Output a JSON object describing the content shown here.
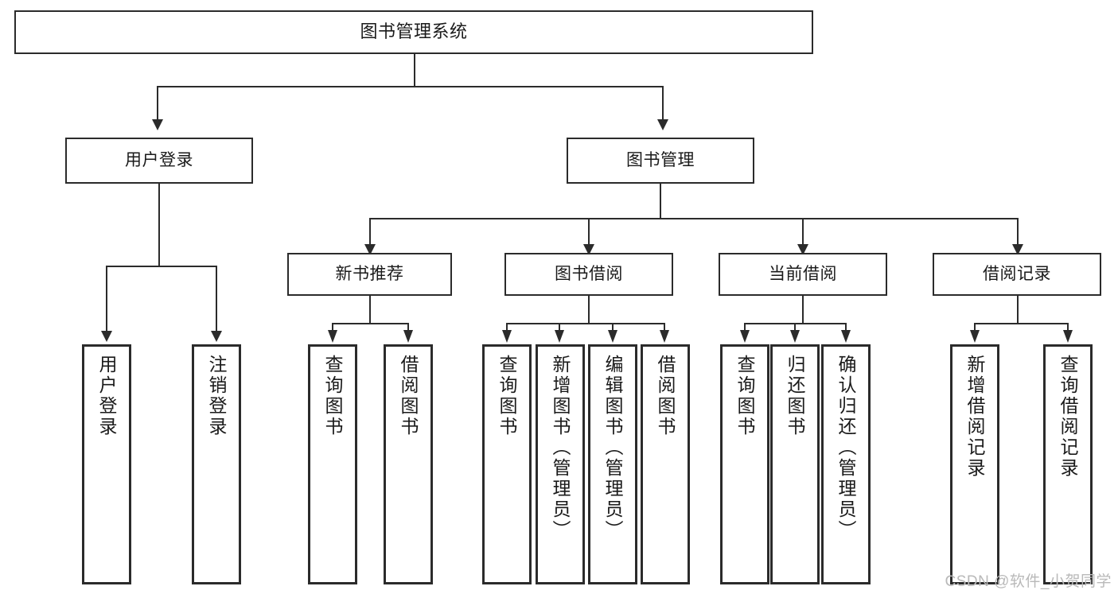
{
  "diagram": {
    "type": "tree-hierarchy-chart",
    "title": "图书管理系统",
    "colors": {
      "background": "#ffffff",
      "stroke": "#2b2b2b",
      "text": "#1a1a1a",
      "watermark": "#b9b9b9"
    },
    "levels": {
      "root": {
        "label": "图书管理系统"
      },
      "level2": [
        {
          "label": "用户登录"
        },
        {
          "label": "图书管理"
        }
      ],
      "level3": [
        {
          "label": "新书推荐"
        },
        {
          "label": "图书借阅"
        },
        {
          "label": "当前借阅"
        },
        {
          "label": "借阅记录"
        }
      ],
      "leaves": [
        {
          "label": "用户登录",
          "parent": "用户登录"
        },
        {
          "label": "注销登录",
          "parent": "用户登录"
        },
        {
          "label": "查询图书",
          "parent": "新书推荐"
        },
        {
          "label": "借阅图书",
          "parent": "新书推荐"
        },
        {
          "label": "查询图书",
          "parent": "图书借阅"
        },
        {
          "label": "新增图书（管理员）",
          "parent": "图书借阅"
        },
        {
          "label": "编辑图书（管理员）",
          "parent": "图书借阅"
        },
        {
          "label": "借阅图书",
          "parent": "图书借阅"
        },
        {
          "label": "查询图书",
          "parent": "当前借阅"
        },
        {
          "label": "归还图书",
          "parent": "当前借阅"
        },
        {
          "label": "确认归还（管理员）",
          "parent": "当前借阅"
        },
        {
          "label": "新增借阅记录",
          "parent": "借阅记录"
        },
        {
          "label": "查询借阅记录",
          "parent": "借阅记录"
        }
      ]
    }
  },
  "watermark": {
    "text": "CSDN @软件_小贺同学"
  }
}
